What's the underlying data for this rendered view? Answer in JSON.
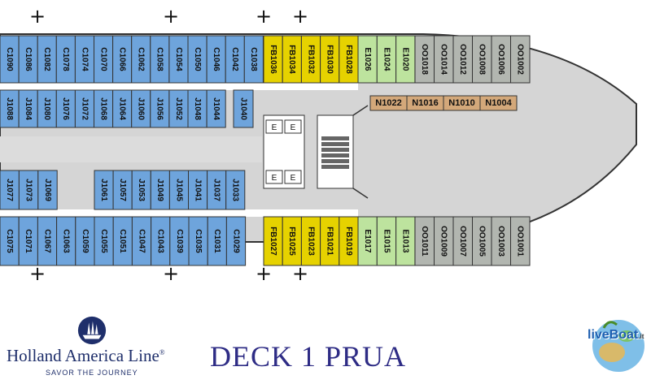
{
  "deck_title": "DECK 1 PRUA",
  "brand": {
    "name": "Holland America Line",
    "trademark": "®",
    "tagline": "SAVOR THE JOURNEY"
  },
  "watermark": {
    "text": "liveBoat",
    "suffix": ".it"
  },
  "colors": {
    "blue": "#6ea4dc",
    "yellow": "#e6d200",
    "green": "#bde39e",
    "gray": "#b2b6b0",
    "tan": "#d3a87a",
    "hull": "#d5d5d5",
    "corridor": "#ffffff",
    "outline": "#333333",
    "title": "#2e2c85"
  },
  "markers": {
    "symbol": "+"
  },
  "cabins": {
    "top_outer_blue": [
      "C1090",
      "C1086",
      "C1082",
      "C1078",
      "C1074",
      "C1070",
      "C1066",
      "C1062",
      "C1058",
      "C1054",
      "C1050",
      "C1046",
      "C1042",
      "C1038"
    ],
    "top_outer_yellow": [
      "FB1036",
      "FB1034",
      "FB1032",
      "FB1030",
      "FB1028"
    ],
    "top_outer_green": [
      "E1026",
      "E1024",
      "E1020"
    ],
    "top_outer_gray": [
      "OO1018",
      "OO1014",
      "OO1012",
      "OO1008",
      "OO1006",
      "OO1002"
    ],
    "top_inner_blue": [
      "J1088",
      "J1084",
      "J1080",
      "J1076",
      "J1072",
      "J1068",
      "J1064",
      "J1060",
      "J1056",
      "J1052",
      "J1048",
      "J1044"
    ],
    "top_inner_single": [
      "J1040"
    ],
    "tan_row": [
      "N1022",
      "N1016",
      "N1010",
      "N1004"
    ],
    "bottom_inner_left": [
      "J1077",
      "J1073",
      "J1069"
    ],
    "bottom_inner_right": [
      "J1061",
      "J1057",
      "J1053",
      "J1049",
      "J1045",
      "J1041",
      "J1037",
      "J1033"
    ],
    "bottom_outer_blue": [
      "C1075",
      "C1071",
      "C1067",
      "C1063",
      "C1059",
      "C1055",
      "C1051",
      "C1047",
      "C1043",
      "C1039",
      "C1035",
      "C1031",
      "C1029"
    ],
    "bottom_outer_yellow": [
      "FB1027",
      "FB1025",
      "FB1023",
      "FB1021",
      "FB1019"
    ],
    "bottom_outer_green": [
      "E1017",
      "E1015",
      "E1013"
    ],
    "bottom_outer_gray": [
      "OO1011",
      "OO1009",
      "OO1007",
      "OO1005",
      "OO1003",
      "OO1001"
    ]
  },
  "lift_label": "E"
}
